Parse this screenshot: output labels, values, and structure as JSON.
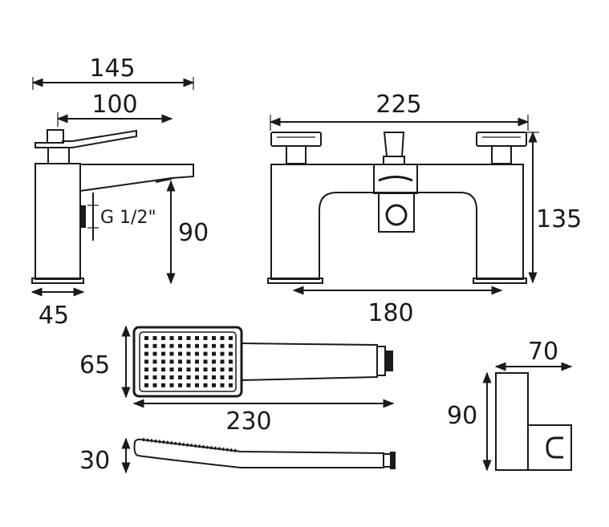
{
  "dimensions": {
    "side_width_total": "145",
    "side_width_spout": "100",
    "side_base": "45",
    "side_height": "90",
    "thread": "G 1/2\"",
    "front_width_total": "225",
    "front_height": "135",
    "front_base": "180",
    "handset_height": "65",
    "handset_length": "230",
    "handset_thickness": "30",
    "holder_width": "70",
    "holder_height": "90"
  }
}
